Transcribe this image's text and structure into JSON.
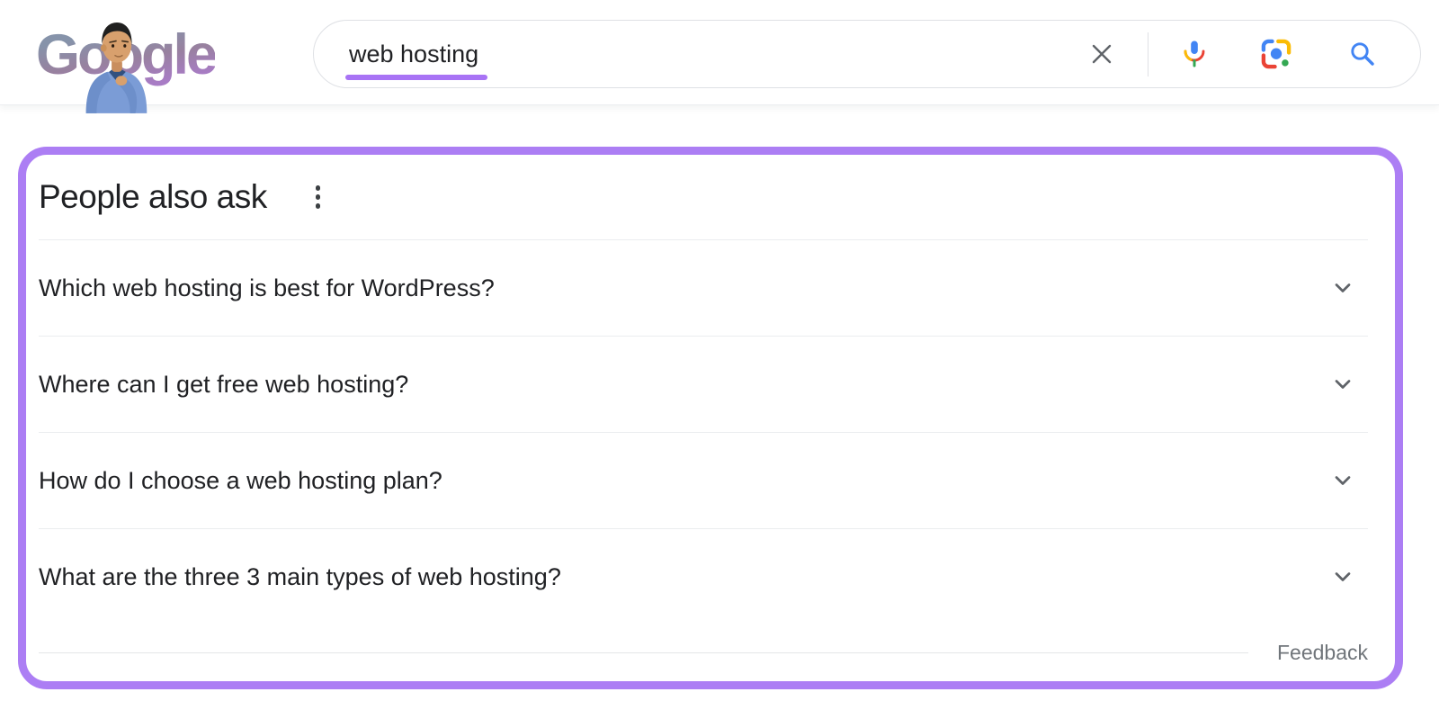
{
  "header": {
    "logo_text": "Google",
    "search_query": "web hosting",
    "icons": {
      "clear": "clear-icon",
      "microphone": "mic-icon",
      "lens": "lens-icon",
      "search": "search-icon"
    }
  },
  "people_also_ask": {
    "title": "People also ask",
    "menu_icon": "more-options-icon",
    "questions": [
      "Which web hosting is best for WordPress?",
      "Where can I get free web hosting?",
      "How do I choose a web hosting plan?",
      "What are the three 3 main types of web hosting?"
    ],
    "feedback_label": "Feedback"
  },
  "colors": {
    "highlight_purple": "#ac7ef4",
    "query_underline_purple": "#a873f5",
    "google_blue": "#4285f4",
    "google_red": "#ea4335",
    "google_yellow": "#fbbc05",
    "google_green": "#34a853",
    "text_primary": "#202124",
    "icon_gray": "#5f6368",
    "feedback_gray": "#70757a",
    "divider_gray": "#ebedef"
  }
}
